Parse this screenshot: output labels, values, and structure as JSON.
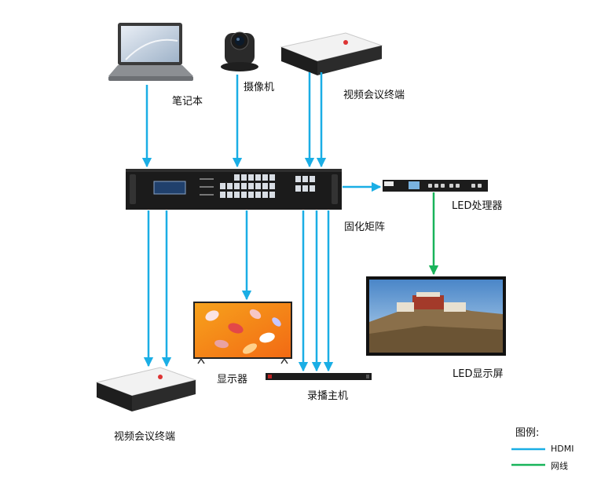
{
  "labels": {
    "laptop": "笔记本",
    "camera": "摄像机",
    "video_terminal_top": "视频会议终端",
    "matrix": "固化矩阵",
    "led_processor": "LED处理器",
    "monitor": "显示器",
    "recorder": "录播主机",
    "video_terminal_bottom": "视频会议终端",
    "led_screen": "LED显示屏"
  },
  "legend": {
    "title": "图例:",
    "items": [
      {
        "label": "HDMI",
        "color": "#1aaee5"
      },
      {
        "label": "网线",
        "color": "#19b45a"
      }
    ]
  },
  "colors": {
    "hdmi": "#1aaee5",
    "network": "#19b45a"
  }
}
